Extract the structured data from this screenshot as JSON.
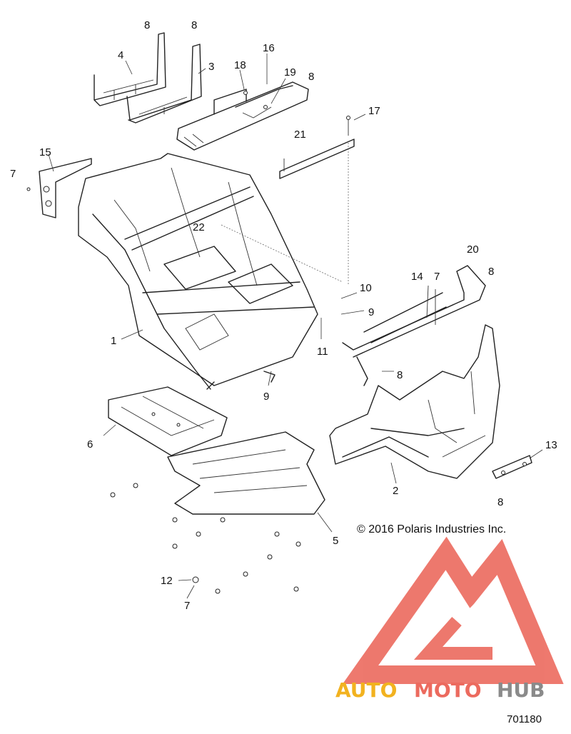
{
  "diagram": {
    "copyright": "© 2016 Polaris Industries Inc.",
    "reference_number": "701180",
    "callouts": [
      "8",
      "8",
      "4",
      "3",
      "16",
      "18",
      "19",
      "8",
      "17",
      "21",
      "15",
      "7",
      "22",
      "20",
      "14",
      "7",
      "8",
      "10",
      "9",
      "1",
      "11",
      "8",
      "9",
      "6",
      "13",
      "2",
      "8",
      "5",
      "12",
      "7"
    ]
  },
  "watermark": {
    "part1": "AUTO",
    "part2": "MOTO",
    "part3": "HUB",
    "color_orange": "#f2b21f",
    "color_red": "#ec6a5e",
    "color_gray": "#8a8a8a"
  },
  "colors": {
    "line": "#222222",
    "background": "#ffffff"
  }
}
